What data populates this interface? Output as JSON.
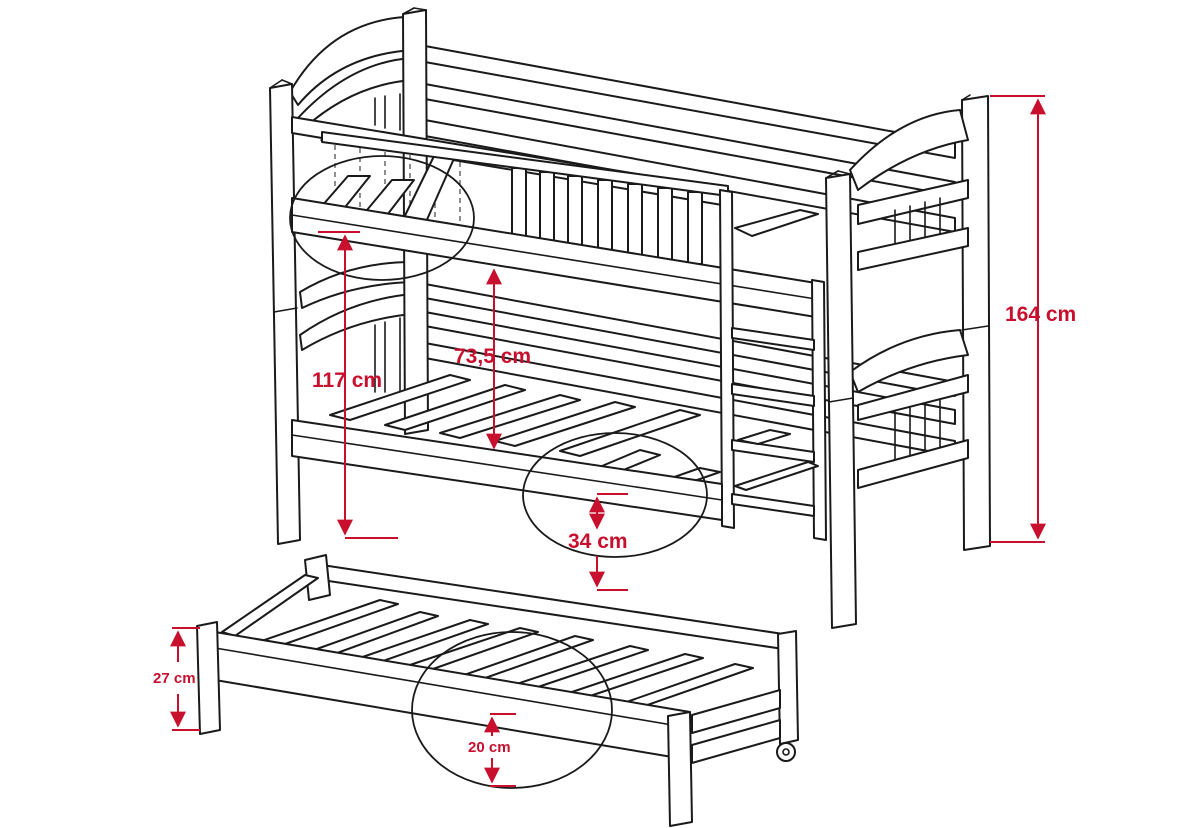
{
  "dimensions": {
    "total_height": "164 cm",
    "lower_bed_to_floor": "117 cm",
    "between_beds": "73,5 cm",
    "lower_slat_gap": "34 cm",
    "trundle_height": "27 cm",
    "trundle_slat_gap": "20 cm"
  },
  "colors": {
    "outline": "#1a1a1a",
    "dimension": "#c8102e",
    "background": "#ffffff"
  }
}
